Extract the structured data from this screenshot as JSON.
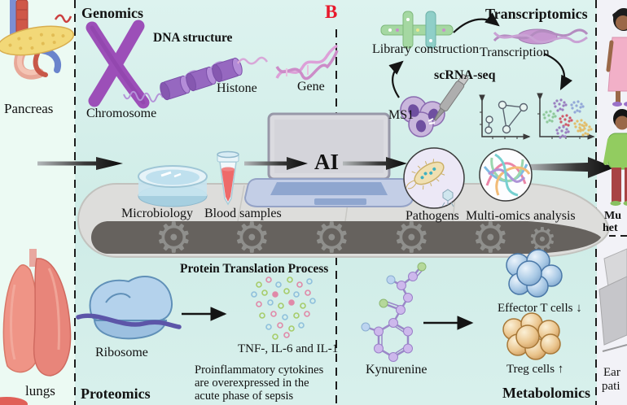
{
  "panel": {
    "label": "B"
  },
  "left_column": {
    "pancreas_label": "Pancreas",
    "lungs_label": "lungs"
  },
  "genomics": {
    "title": "Genomics",
    "dna_structure_label": "DNA structure",
    "chromosome_label": "Chromosome",
    "histone_label": "Histone",
    "gene_label": "Gene"
  },
  "transcriptomics": {
    "title": "Transcriptomics",
    "library_label": "Library construction",
    "transcription_label": "Transcription",
    "scrna_label": "scRNA-seq",
    "ms1_label": "MS1"
  },
  "pipeline": {
    "microbiology_label": "Microbiology",
    "blood_label": "Blood samples",
    "ai_label": "AI",
    "pathogens_label": "Pathogens",
    "multiomics_label": "Multi-omics analysis"
  },
  "proteomics": {
    "title": "Proteomics",
    "process_title": "Protein Translation Process",
    "ribosome_label": "Ribosome",
    "cytokines_label": "TNF-, IL-6 and IL-1",
    "note": "Proinflammatory cytokines are overexpressed in the acute phase of sepsis"
  },
  "metabolomics": {
    "title": "Metabolomics",
    "kynurenine_label": "Kynurenine",
    "effector_label": "Effector T cells ↓",
    "treg_label": "Treg cells ↑"
  },
  "right_column": {
    "line1": "Mu",
    "line2": "het",
    "line3": "Ear",
    "line4": "pati"
  },
  "colors": {
    "panel_label_red": "#e8192c",
    "main_bg": "#d5efeb",
    "left_bg": "#ecfaf3",
    "right_bg": "#f2f2f7",
    "chromosome_purple": "#9c4fb8",
    "gene_pink": "#dda0d8",
    "belt_dark": "#66625e"
  }
}
